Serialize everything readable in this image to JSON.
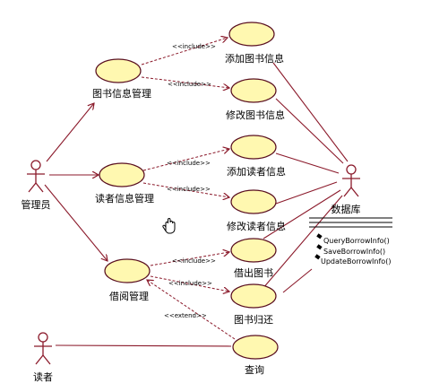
{
  "actors": {
    "admin": "管理员",
    "database": "数据库",
    "reader": "读者"
  },
  "use_cases": {
    "book_info_mgmt": "图书信息管理",
    "add_book": "添加图书信息",
    "modify_book": "修改图书信息",
    "reader_info_mgmt": "读者信息管理",
    "add_reader": "添加读者信息",
    "modify_reader": "修改读者信息",
    "borrow_mgmt": "借阅管理",
    "borrow_book": "借出图书",
    "return_book": "图书归还",
    "query": "查询"
  },
  "stereotypes": {
    "include": "<<include>>",
    "extend": "<<extend>>"
  },
  "operations": [
    "QueryBorrowInfo()",
    "SaveBorrowInfo()",
    "UpdateBorrowInfo()"
  ],
  "colors": {
    "use_case_fill": "#fff8b0",
    "line": "#8b1a2b"
  }
}
